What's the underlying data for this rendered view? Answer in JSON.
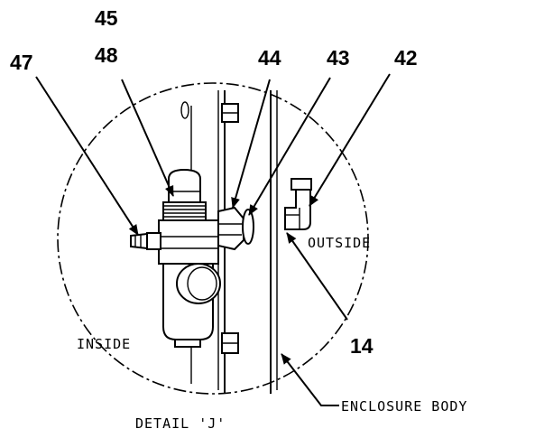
{
  "callouts": {
    "c45": "45",
    "c48": "48",
    "c47": "47",
    "c44": "44",
    "c43": "43",
    "c42": "42",
    "c14": "14"
  },
  "labels": {
    "outside": "OUTSIDE",
    "inside": "INSIDE",
    "enclosure_body": "ENCLOSURE BODY",
    "detail": "DETAIL 'J'"
  }
}
